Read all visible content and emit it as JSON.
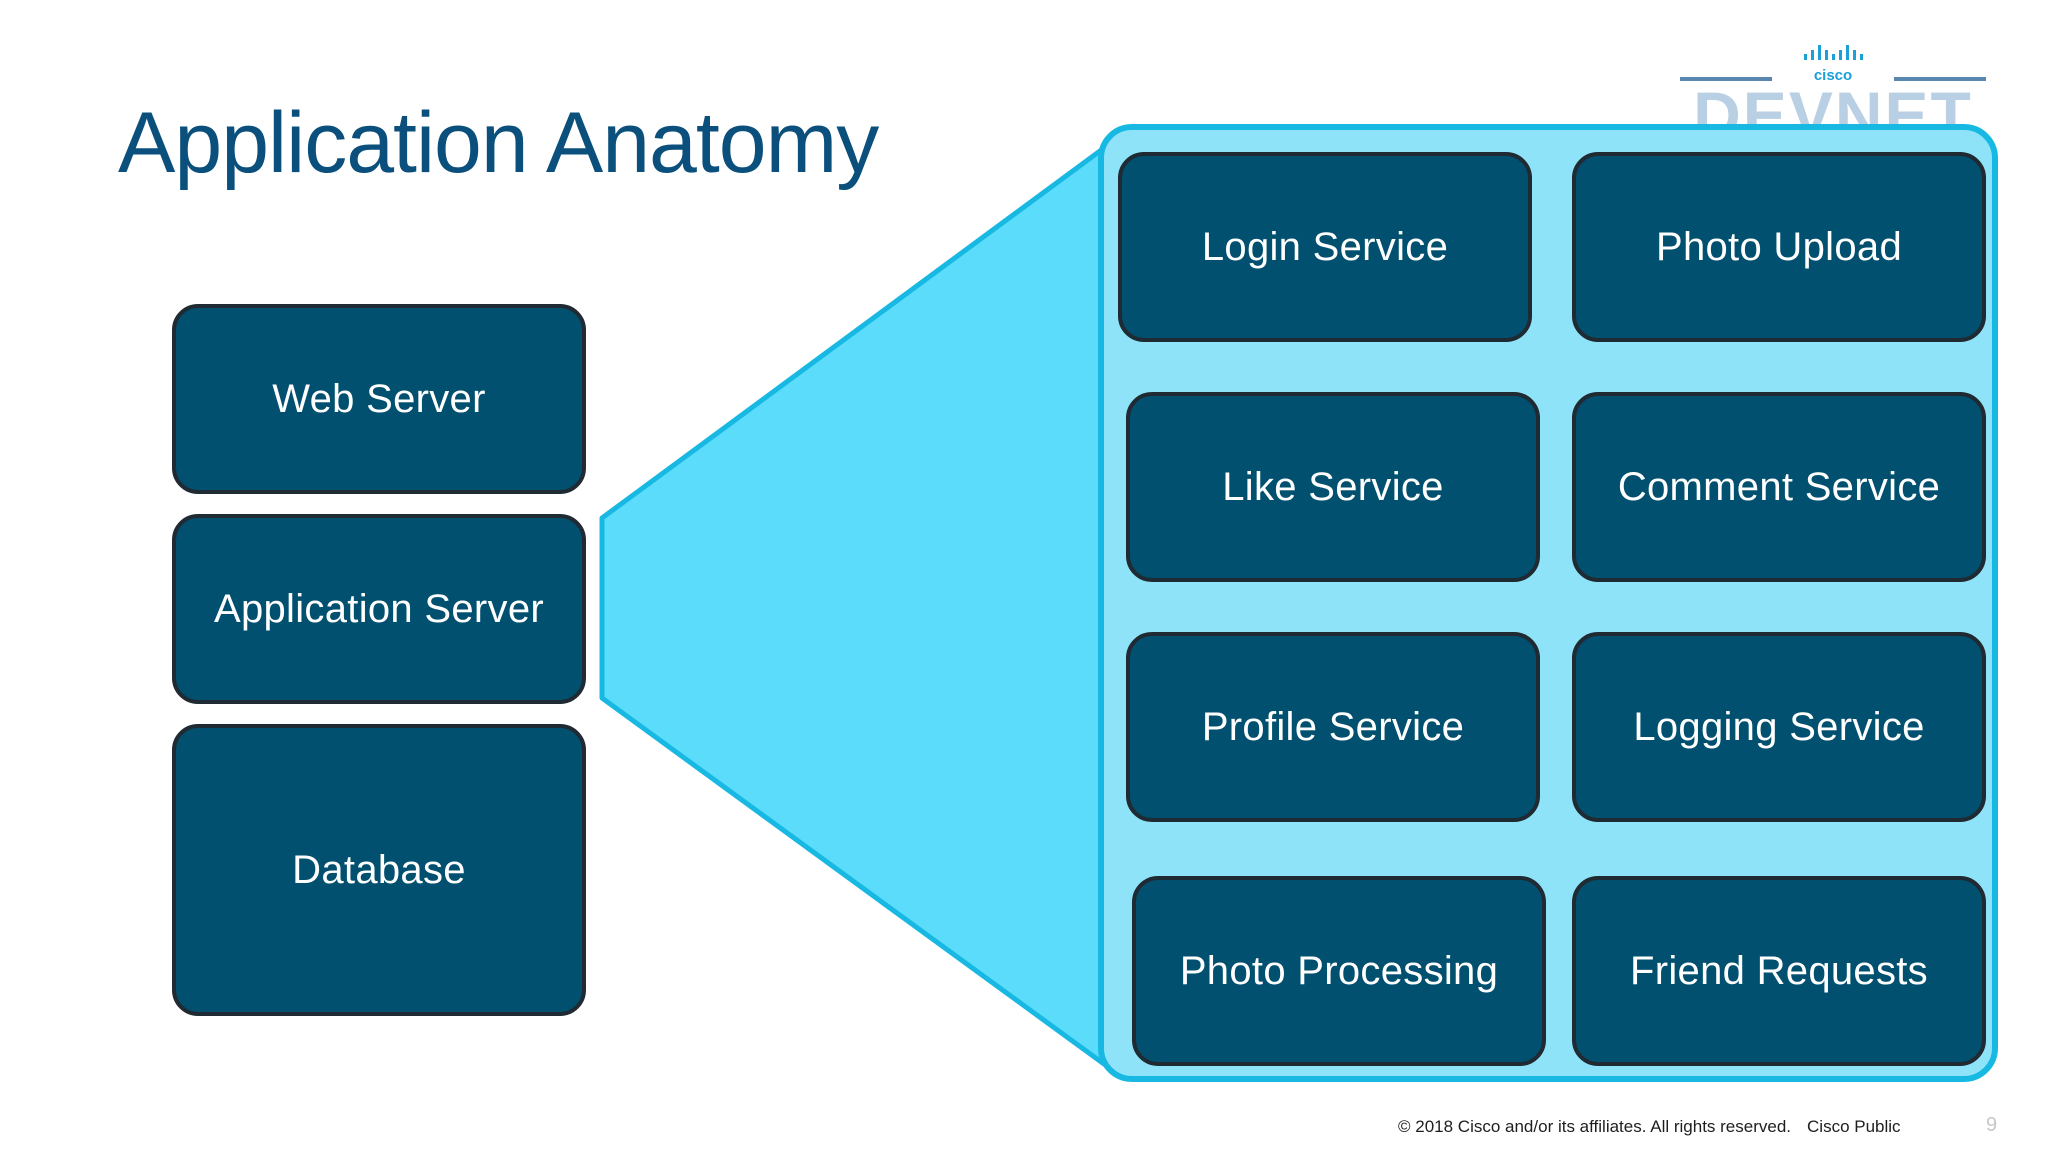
{
  "slide": {
    "title": "Application Anatomy",
    "footer_copyright": "© 2018  Cisco and/or its affiliates. All rights reserved.",
    "footer_classification": "Cisco Public",
    "page_number": "9"
  },
  "logo": {
    "company": "cisco",
    "product": "DEVNET",
    "icon": "cisco-bridge-logo"
  },
  "monolith": {
    "tiers": [
      "Web Server",
      "Application Server",
      "Database"
    ]
  },
  "microservices": {
    "services": [
      "Login Service",
      "Photo Upload",
      "Like Service",
      "Comment Service",
      "Profile Service",
      "Logging Service",
      "Photo Processing",
      "Friend Requests"
    ]
  },
  "colors": {
    "title": "#0b4f7c",
    "box_fill": "#01506f",
    "box_border": "#1f2a33",
    "panel_fill": "#8fe3f8",
    "panel_border": "#17b9e3",
    "funnel_fill": "#5cdcfb"
  }
}
